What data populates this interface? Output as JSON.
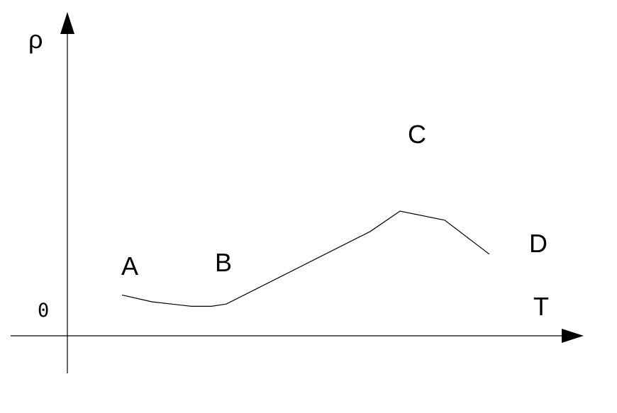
{
  "chart_data": {
    "type": "line",
    "title": "",
    "xlabel": "T",
    "ylabel": "ρ",
    "origin_label": "0",
    "grid": false,
    "legend": "none",
    "xlim": [
      0,
      100
    ],
    "ylim": [
      0,
      100
    ],
    "line_color": "#000000",
    "series": [
      {
        "x": [
          11,
          17,
          25,
          29,
          32,
          61,
          67,
          76,
          85
        ],
        "y": [
          18,
          15,
          13,
          13,
          14,
          46,
          55,
          51,
          36
        ]
      }
    ],
    "annotations": [
      {
        "text": "A",
        "x": 11,
        "y": 18
      },
      {
        "text": "B",
        "x": 29,
        "y": 13
      },
      {
        "text": "C",
        "x": 67,
        "y": 55
      },
      {
        "text": "D",
        "x": 85,
        "y": 36
      }
    ]
  }
}
